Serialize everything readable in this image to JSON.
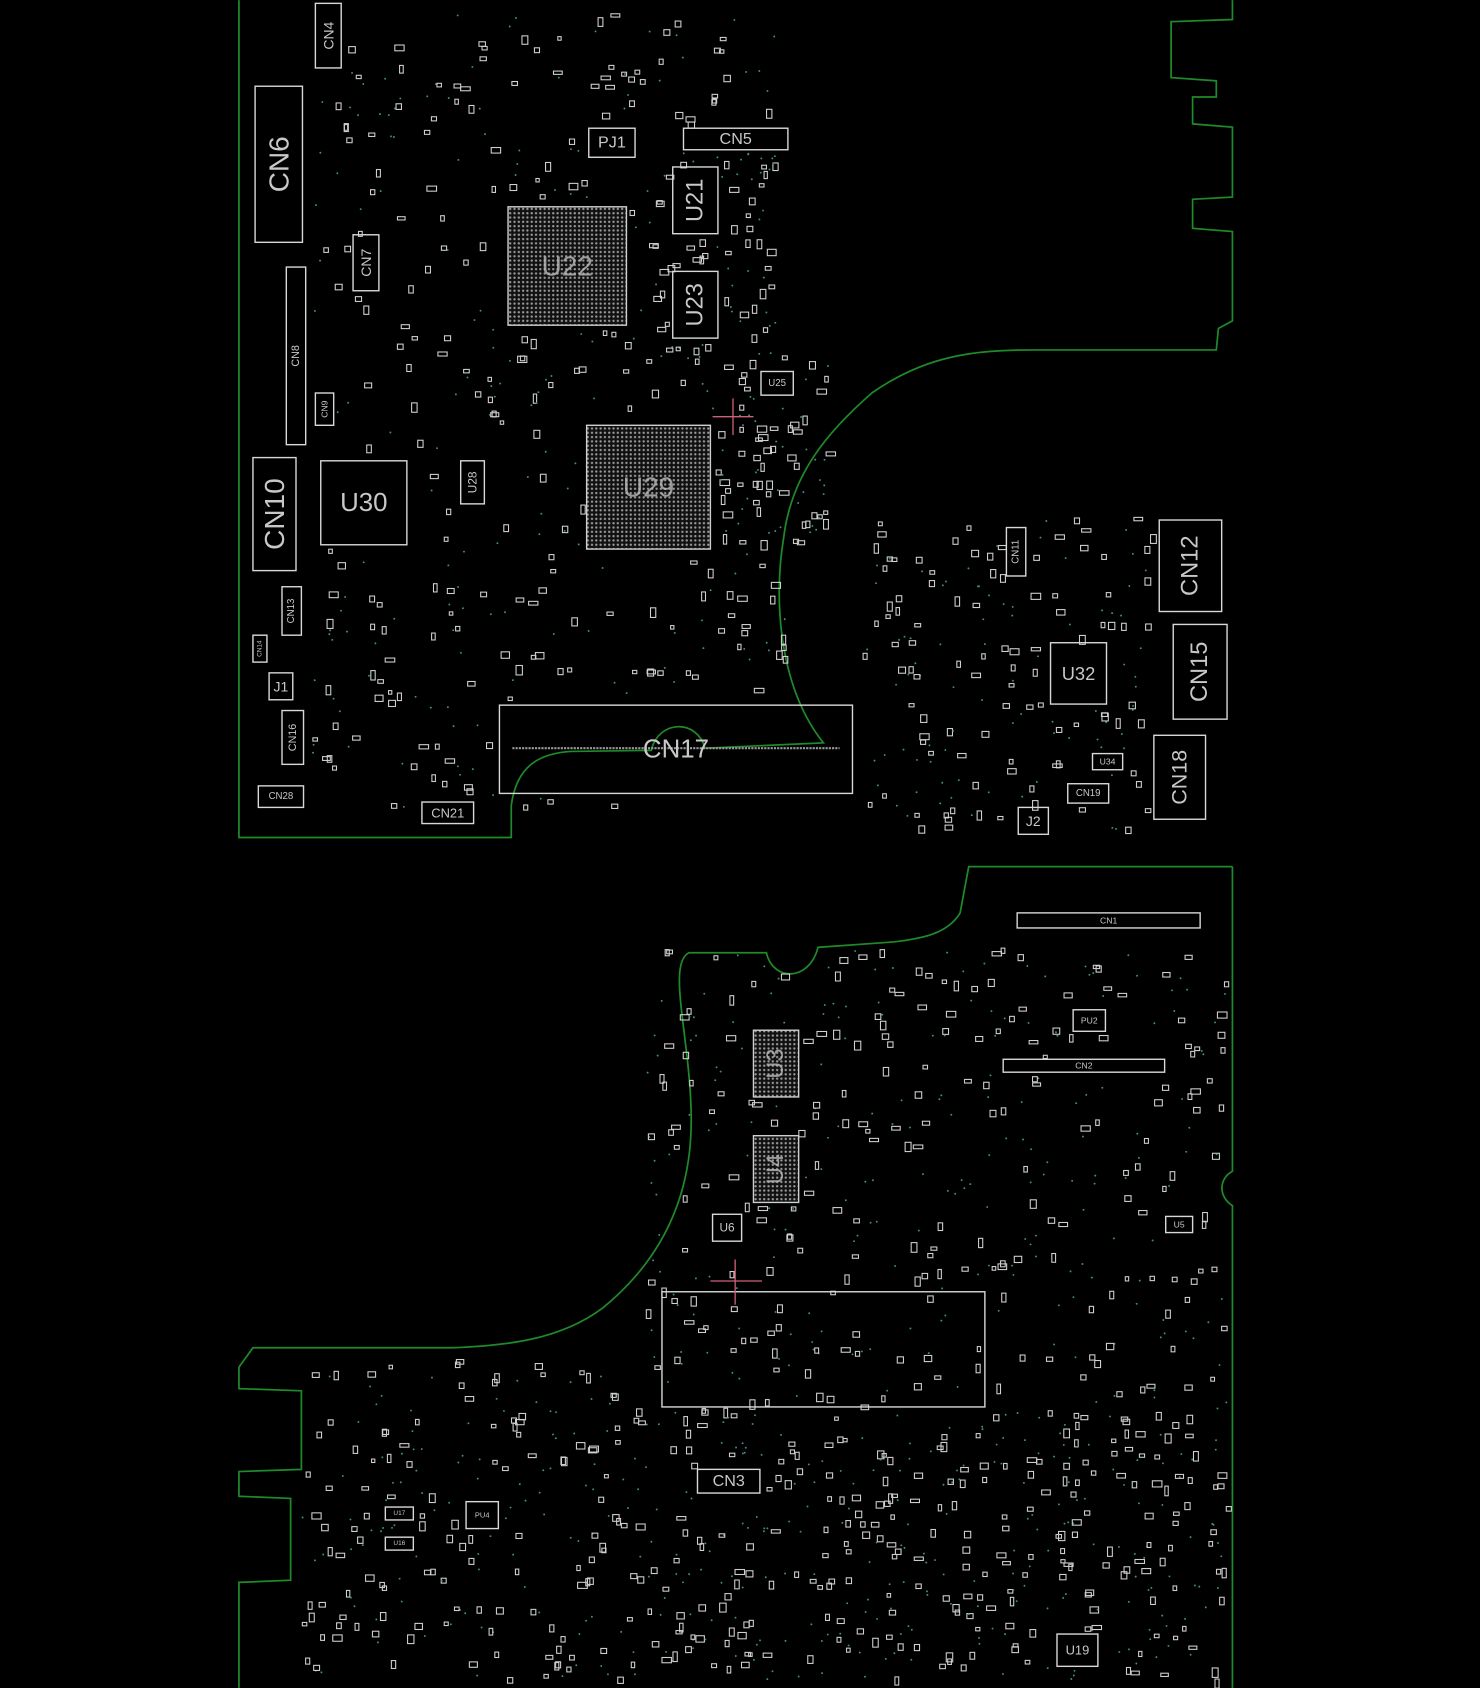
{
  "view": {
    "type": "pcb-boardview",
    "sides": [
      "top",
      "bottom"
    ]
  },
  "colors": {
    "background": "#000000",
    "board_outline": "#1f8a2a",
    "component": "#d8d8d8",
    "via": "#3f8f88",
    "cursor": "#d0607a"
  },
  "components": [
    "CN4",
    "CN6",
    "PJ1",
    "CN5",
    "U21",
    "U22",
    "U23",
    "CN7",
    "CN8",
    "CN9",
    "U25",
    "U29",
    "U28",
    "CN10",
    "U30",
    "CN13",
    "CN14",
    "J1",
    "CN16",
    "CN28",
    "CN21",
    "CN17",
    "CN11",
    "CN12",
    "U32",
    "CN15",
    "CN18",
    "U34",
    "CN19",
    "J2",
    "CN1",
    "PU2",
    "CN2",
    "U3",
    "U4",
    "U6",
    "U5",
    "CN3",
    "U19",
    "PU4",
    "U17",
    "U16"
  ]
}
